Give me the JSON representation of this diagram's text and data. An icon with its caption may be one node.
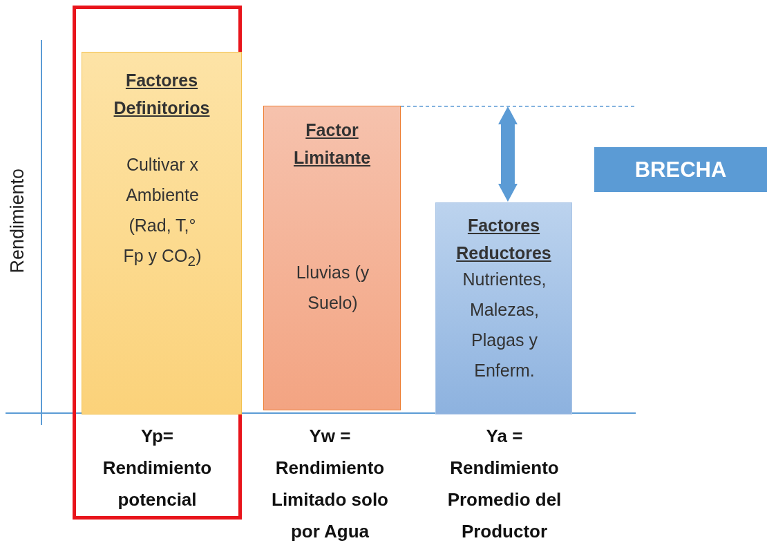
{
  "diagram": {
    "nodes": [
      {
        "text": [
          "Yp= Rendimiento potencial"
        ]
      },
      {
        "text": [
          "Factores Definitorios",
          "Cultivar x Ambiente (Rad, T,° Fp y CO$_{2}$)"
        ],
        "in": 0
      },
      {
        "text": [
          "Factor Limitante",
          "Lluvias (y Suelo)"
        ],
        "beside": [
          "Yw = Rendimiento Limitado solo por Agua"
        ]
      },
      {
        "text": [
          "Factores Reductores",
          "Nutrientes, Malezas, Plagas y Enferm."
        ],
        "beside": [
          "Ya = Rendimiento Promedio del Productor"
        ]
      },
      {
        "text": [
          "BRECHA"
        ]
      }
    ],
    "edges": [
      {
        "from": null,
        "to": 3,
        "arrow": "both"
      }
    ],
    "labels": [
      "Rendimiento"
    ]
  }
}
